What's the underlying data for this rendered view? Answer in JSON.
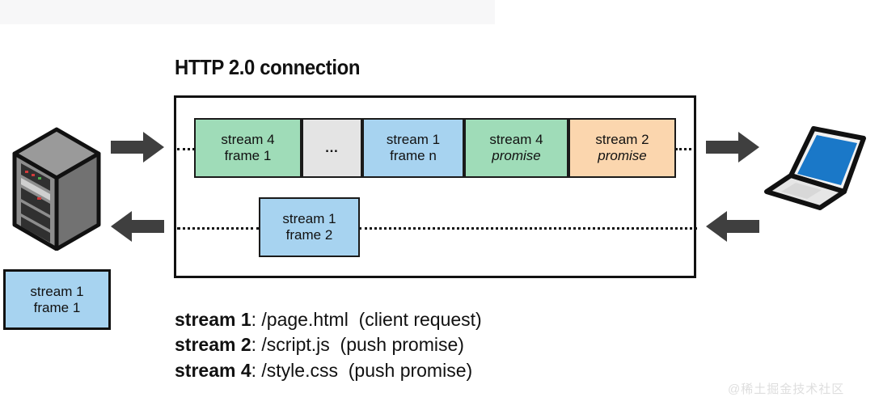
{
  "background": {
    "page": "#ffffff",
    "band": "#f7f7f8"
  },
  "title": "HTTP 2.0 connection",
  "colors": {
    "green": "#9fdcb8",
    "blue": "#a7d3f0",
    "orange": "#fbd6ae",
    "grey": "#e4e4e4",
    "stroke": "#111111",
    "arrow": "#3f3f3f",
    "server_body": "#8c8c8c",
    "server_side": "#6e6e6e",
    "laptop_screen": "#1a78c8",
    "laptop_base": "#e8e8e8"
  },
  "connection": {
    "top_row": [
      {
        "line1": "stream 4",
        "line2": "frame 1",
        "color": "green",
        "italic": false
      },
      {
        "line1": "",
        "line2": "…",
        "color": "grey",
        "italic": false
      },
      {
        "line1": "stream 1",
        "line2": "frame n",
        "color": "blue",
        "italic": false
      },
      {
        "line1": "stream 4",
        "line2": "promise",
        "color": "green",
        "italic": true
      },
      {
        "line1": "stream 2",
        "line2": "promise",
        "color": "orange",
        "italic": true
      }
    ],
    "bottom_row": [
      {
        "line1": "stream 1",
        "line2": "frame 2",
        "color": "blue",
        "italic": false
      }
    ]
  },
  "client_box": {
    "line1": "stream 1",
    "line2": "frame 1",
    "color": "blue"
  },
  "devices": {
    "left": "server-icon",
    "right": "laptop-icon"
  },
  "arrows": {
    "server_out": "arrow-right-icon",
    "server_in": "arrow-left-icon",
    "client_in": "arrow-right-icon",
    "client_out": "arrow-left-icon"
  },
  "legend": [
    {
      "stream": "stream 1",
      "sep": ": ",
      "path": "/page.html",
      "note": "(client request)"
    },
    {
      "stream": "stream 2",
      "sep": ": ",
      "path": "/script.js",
      "note": "(push promise)"
    },
    {
      "stream": "stream 4",
      "sep": ": ",
      "path": "/style.css",
      "note": "(push promise)"
    }
  ],
  "watermark": "@稀土掘金技术社区"
}
